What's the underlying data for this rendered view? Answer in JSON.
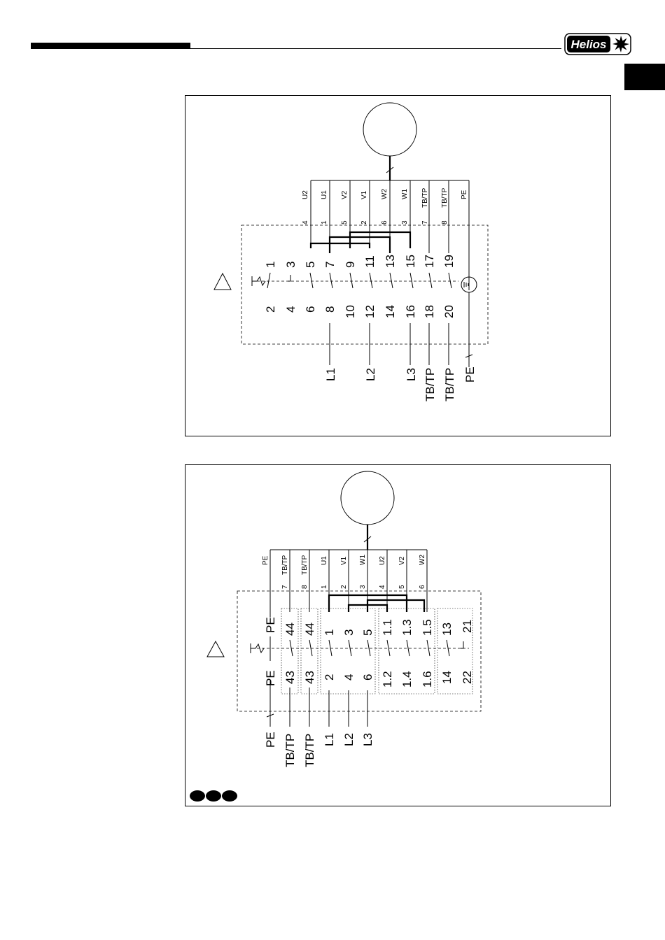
{
  "logo": {
    "text": "Helios"
  },
  "top_diagram": {
    "motor_leads": [
      "U2",
      "U1",
      "V2",
      "V1",
      "W2",
      "W1",
      "TB/TP",
      "TB/TP",
      "PE"
    ],
    "lead_numbers": [
      "4",
      "1",
      "5",
      "2",
      "6",
      "3",
      "7",
      "8"
    ],
    "switch_top": [
      "1",
      "3",
      "5",
      "7",
      "9",
      "11",
      "13",
      "15",
      "17",
      "19"
    ],
    "switch_bottom": [
      "2",
      "4",
      "6",
      "8",
      "10",
      "12",
      "14",
      "16",
      "18",
      "20"
    ],
    "supply_labels": [
      "L1",
      "L2",
      "L3",
      "TB/TP",
      "TB/TP",
      "PE"
    ],
    "delta_symbol": "Δ"
  },
  "bottom_diagram": {
    "motor_leads": [
      "PE",
      "TB/TP",
      "TB/TP",
      "U1",
      "V1",
      "W1",
      "U2",
      "V2",
      "W2"
    ],
    "lead_numbers": [
      "7",
      "8",
      "1",
      "2",
      "3",
      "4",
      "5",
      "6"
    ],
    "switch_top": [
      "PE",
      "44",
      "44",
      "1",
      "3",
      "5",
      "1.1",
      "1.3",
      "1.5",
      "13",
      "21"
    ],
    "switch_bottom": [
      "PE",
      "43",
      "43",
      "2",
      "4",
      "6",
      "1.2",
      "1.4",
      "1.6",
      "14",
      "22"
    ],
    "supply_labels": [
      "PE",
      "TB/TP",
      "TB/TP",
      "L1",
      "L2",
      "L3"
    ],
    "delta_symbol": "Δ"
  },
  "colors": {
    "ink": "#000000",
    "paper": "#ffffff"
  }
}
